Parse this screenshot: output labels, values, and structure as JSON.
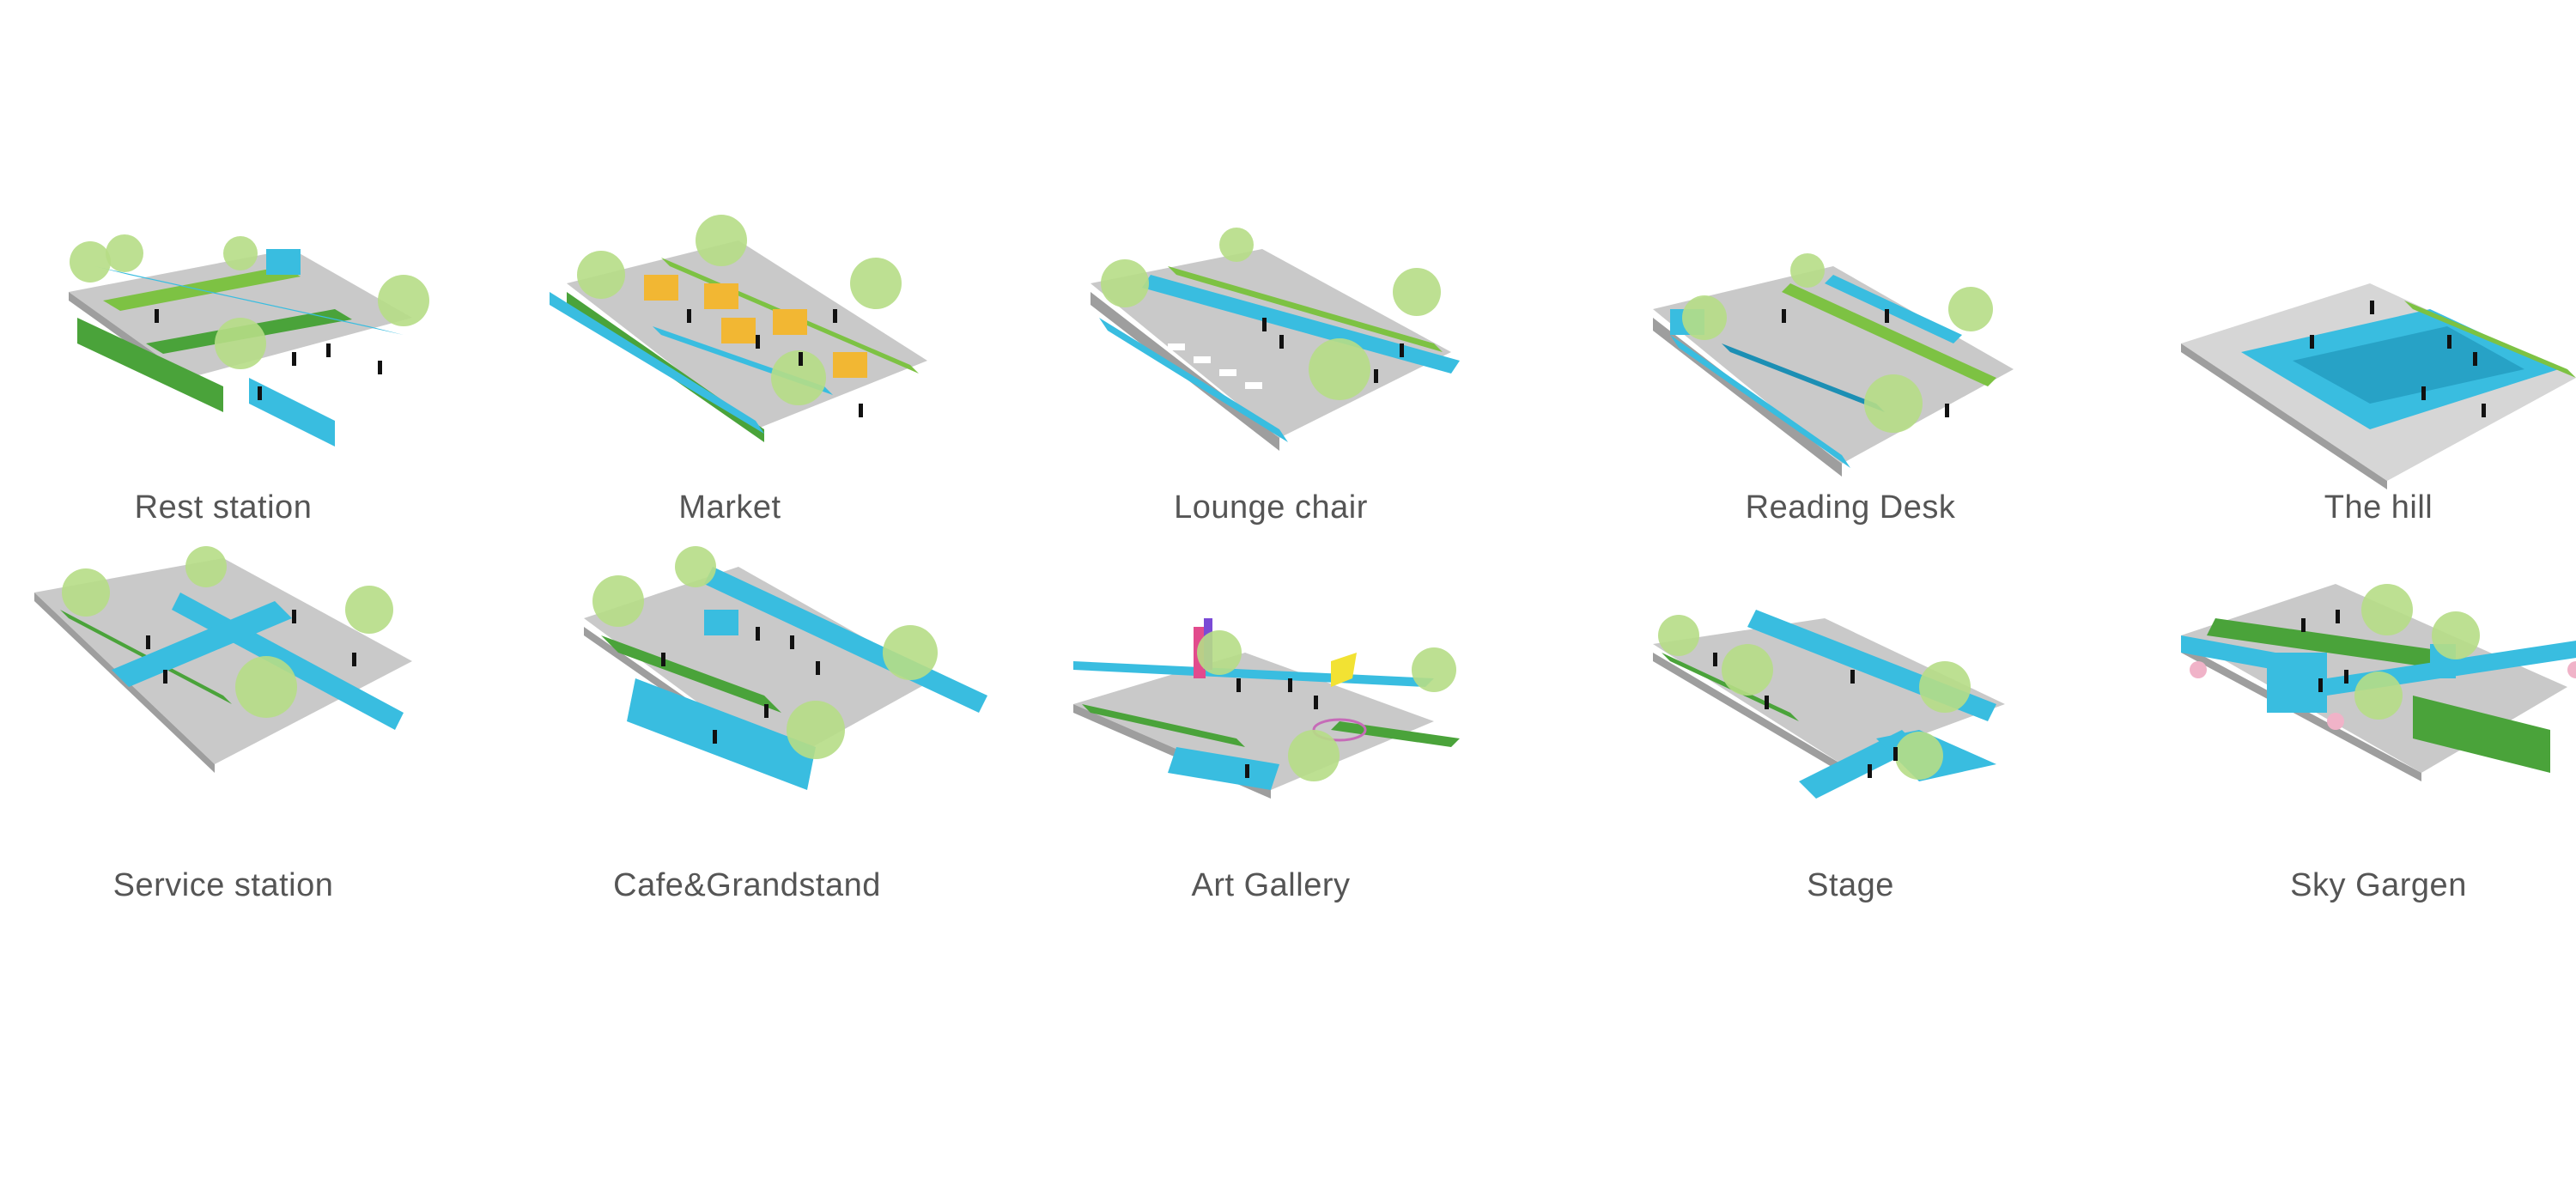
{
  "colors": {
    "plaza": "#c9c9c9",
    "plaza_dark": "#9e9e9e",
    "lawn": "#4aa33a",
    "lawn_light": "#7dc243",
    "water": "#39bde0",
    "water_dark": "#1c8fb4",
    "tree": "#b6dd86",
    "tree_dark": "#8cc05a",
    "kiosk": "#f2b733",
    "people": "#111111",
    "caption": "#555555"
  },
  "panels": [
    {
      "label": "Rest station",
      "icon": "rest-station-diagram"
    },
    {
      "label": "Market",
      "icon": "market-diagram"
    },
    {
      "label": "Lounge chair",
      "icon": "lounge-chair-diagram"
    },
    {
      "label": "Reading Desk",
      "icon": "reading-desk-diagram"
    },
    {
      "label": "The hill",
      "icon": "hill-diagram"
    },
    {
      "label": "Service station",
      "icon": "service-station-diagram"
    },
    {
      "label": "Cafe&Grandstand",
      "icon": "cafe-grandstand-diagram"
    },
    {
      "label": "Art Gallery",
      "icon": "art-gallery-diagram"
    },
    {
      "label": "Stage",
      "icon": "stage-diagram"
    },
    {
      "label": "Sky Gargen",
      "icon": "sky-garden-diagram"
    }
  ]
}
